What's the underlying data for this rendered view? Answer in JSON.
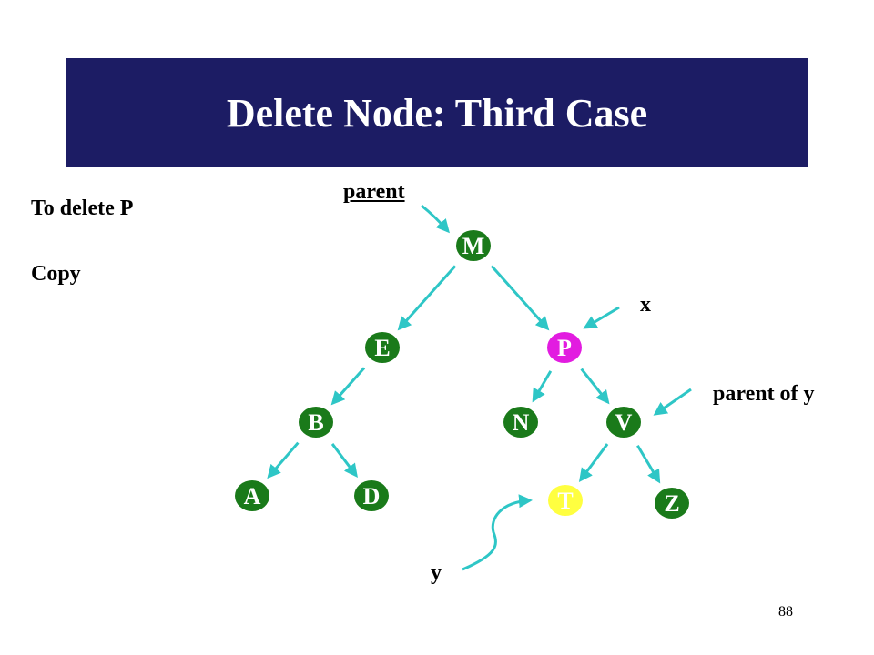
{
  "title": "Delete Node: Third Case",
  "labels": {
    "to_delete": "To delete P",
    "copy": "Copy",
    "parent": "parent",
    "x": "x",
    "parent_of_y": "parent of y",
    "y": "y"
  },
  "page_number": "88",
  "colors": {
    "banner": "#1c1c64",
    "node_default": "#1a7a1a",
    "node_deleted": "#e21ce0",
    "node_successor": "#ffff40",
    "arrow": "#2ec6c6"
  },
  "nodes": [
    {
      "id": "M",
      "label": "M",
      "role": "default"
    },
    {
      "id": "E",
      "label": "E",
      "role": "default"
    },
    {
      "id": "P",
      "label": "P",
      "role": "deleted"
    },
    {
      "id": "B",
      "label": "B",
      "role": "default"
    },
    {
      "id": "N",
      "label": "N",
      "role": "default"
    },
    {
      "id": "V",
      "label": "V",
      "role": "default"
    },
    {
      "id": "A",
      "label": "A",
      "role": "default"
    },
    {
      "id": "D",
      "label": "D",
      "role": "default"
    },
    {
      "id": "T",
      "label": "T",
      "role": "successor"
    },
    {
      "id": "Z",
      "label": "Z",
      "role": "default"
    }
  ],
  "edges": [
    [
      "M",
      "E"
    ],
    [
      "M",
      "P"
    ],
    [
      "E",
      "B"
    ],
    [
      "B",
      "A"
    ],
    [
      "B",
      "D"
    ],
    [
      "P",
      "N"
    ],
    [
      "P",
      "V"
    ],
    [
      "V",
      "T"
    ],
    [
      "V",
      "Z"
    ]
  ]
}
